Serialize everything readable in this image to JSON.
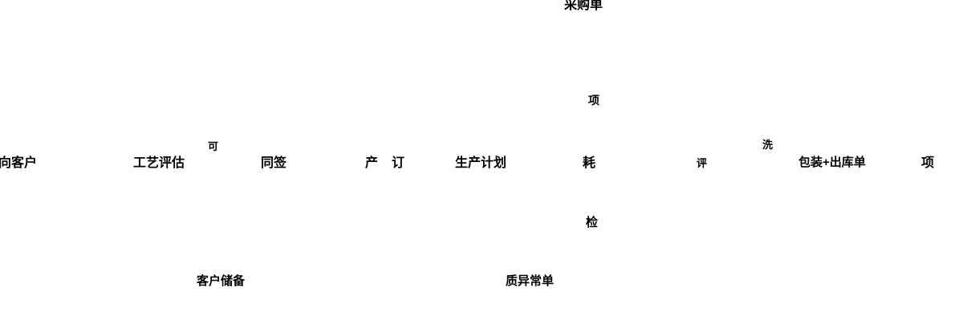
{
  "canvas": {
    "background": "#ffffff",
    "text_color": "#000000"
  },
  "flowchart": {
    "nodes": [
      {
        "id": "customer-intent",
        "label": "向客户"
      },
      {
        "id": "process-evaluation",
        "label": "工艺评估"
      },
      {
        "id": "approval-fragment",
        "label": "可"
      },
      {
        "id": "contract-sign",
        "label": "同签"
      },
      {
        "id": "production-fragment",
        "label": "产"
      },
      {
        "id": "order-fragment",
        "label": "订"
      },
      {
        "id": "production-plan",
        "label": "生产计划"
      },
      {
        "id": "purchase-order",
        "label": "采购单"
      },
      {
        "id": "mid-upper-fragment",
        "label": "项"
      },
      {
        "id": "consumption-fragment",
        "label": "耗"
      },
      {
        "id": "inspection-fragment",
        "label": "检"
      },
      {
        "id": "review-fragment",
        "label": "评"
      },
      {
        "id": "cleaning-fragment",
        "label": "洗"
      },
      {
        "id": "packing-outbound",
        "label": "包装+出库单"
      },
      {
        "id": "right-edge-fragment",
        "label": "项"
      },
      {
        "id": "customer-reserve",
        "label": "客户储备"
      },
      {
        "id": "quality-exception",
        "label": "质异常单"
      }
    ]
  }
}
